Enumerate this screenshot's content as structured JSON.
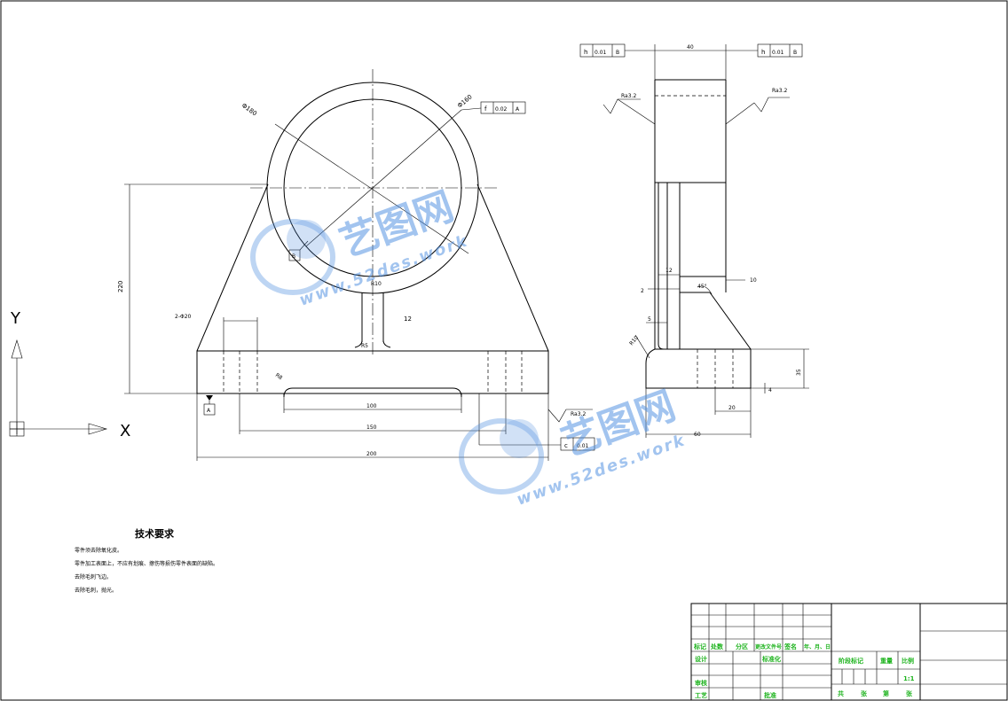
{
  "front_view": {
    "dia_outer": "Φ180",
    "dia_inner": "Φ160",
    "circle_tol": {
      "symbol": "f",
      "value": "0.02",
      "datum": "A"
    },
    "datum_b": "B",
    "height_dim": "220",
    "holes_label": "2-Φ20",
    "r10": "R10",
    "rib_dim": "12",
    "rib_r": "R5",
    "slot_r": "R8",
    "slot_len": "100",
    "hole_spacing": "150",
    "base_width": "200",
    "datum_a": "A",
    "roughness": "Ra3.2",
    "flat_tol": {
      "symbol": "c",
      "value": "0.01"
    }
  },
  "side_view": {
    "top_tol_left": {
      "symbol": "h",
      "value": "0.01",
      "datum": "B"
    },
    "top_tol_right": {
      "symbol": "h",
      "value": "0.01",
      "datum": "B"
    },
    "width_40": "40",
    "ra_left": "Ra3.2",
    "ra_right": "Ra3.2",
    "dim_12": "12",
    "dim_10": "10",
    "dim_2": "2",
    "dim_5": "5",
    "angle": "45°",
    "dim_r10": "R10",
    "dim_35": "35",
    "dim_4": "4",
    "dim_20": "20",
    "dim_60": "60"
  },
  "axes": {
    "y": "Y",
    "x": "X"
  },
  "watermark": {
    "brand": "艺图网",
    "url": "www.52des.work"
  },
  "notes": {
    "title": "技术要求",
    "lines": [
      "零件须去除氧化皮。",
      "零件加工表面上，不应有划痕、擦伤等损伤零件表面的缺陷。",
      "去除毛刺飞边。",
      "去除毛刺，抛光。"
    ]
  },
  "title_block": {
    "row_labels": [
      "标记",
      "处数",
      "分区",
      "更改文件号",
      "签名",
      "年、月、日"
    ],
    "design": "设计",
    "standard": "标准化",
    "review": "审核",
    "process": "工艺",
    "approve": "批准",
    "stage_mark": "阶段标记",
    "weight": "重量",
    "scale_label": "比例",
    "scale": "1:1",
    "total": "共",
    "sheets": "张",
    "page": "第",
    "sheet2": "张"
  }
}
